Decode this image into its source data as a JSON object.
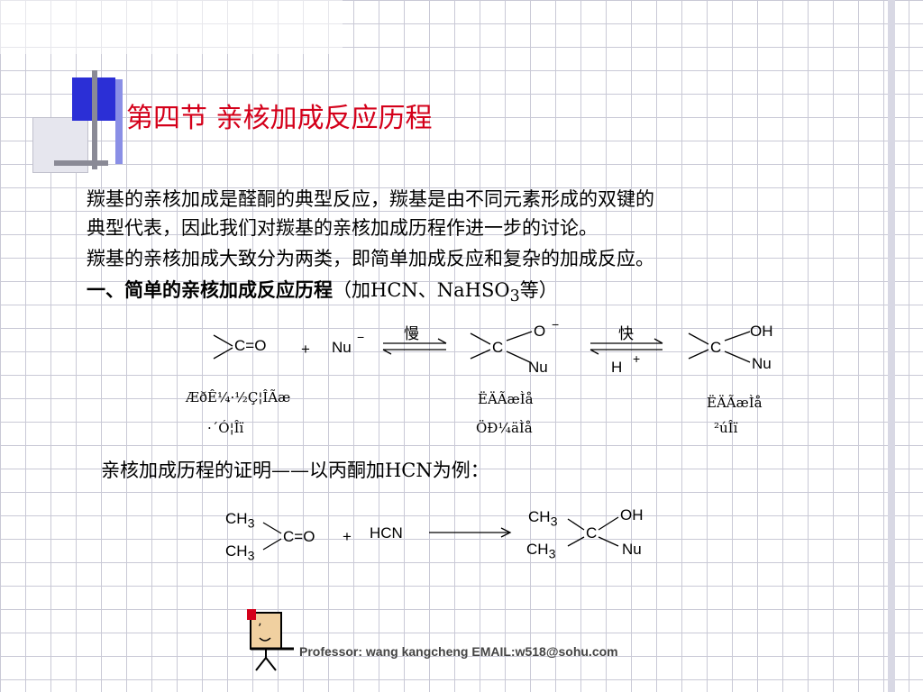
{
  "title": "第四节 亲核加成反应历程",
  "paragraphs": {
    "p1": "羰基的亲核加成是醛酮的典型反应，羰基是由不同元素形成的双键的",
    "p2": "典型代表，因此我们对羰基的亲核加成历程作进一步的讨论。",
    "p3": "羰基的亲核加成大致分为两类，即简单加成反应和复杂的加成反应。"
  },
  "heading": {
    "bold": "一、简单的亲核加成反应历程",
    "open": "（加HCN、NaHSO",
    "sub": "3",
    "close": "等）"
  },
  "reaction1": {
    "carbonyl": "C=O",
    "plus": "+",
    "nu": "Nu",
    "minus": "−",
    "slow": "慢",
    "fast": "快",
    "o_minus": "O",
    "c": "C",
    "nu2": "Nu",
    "h": "H",
    "h_plus": "+",
    "oh": "OH",
    "nu3": "Nu",
    "label1a": "ÆðÊ¼·½Ç¦ÎÃæ",
    "label1b": "·´Ó¦Îï",
    "label2a": "ËÄÃæÌå",
    "label2b": "ÖÐ¼äÌå",
    "label3a": "ËÄÃæÌå",
    "label3b": "²úÎï"
  },
  "proof": "亲核加成历程的证明——以丙酮加HCN为例：",
  "reaction2": {
    "ch3a": "CH",
    "ch3a_sub": "3",
    "ch3b": "CH",
    "ch3b_sub": "3",
    "co": "C=O",
    "plus": "+",
    "hcn": "HCN",
    "ch3c": "CH",
    "ch3c_sub": "3",
    "ch3d": "CH",
    "ch3d_sub": "3",
    "c": "C",
    "oh": "OH",
    "nu": "Nu"
  },
  "footer": "Professor: wang kangcheng EMAIL:w518@sohu.com"
}
